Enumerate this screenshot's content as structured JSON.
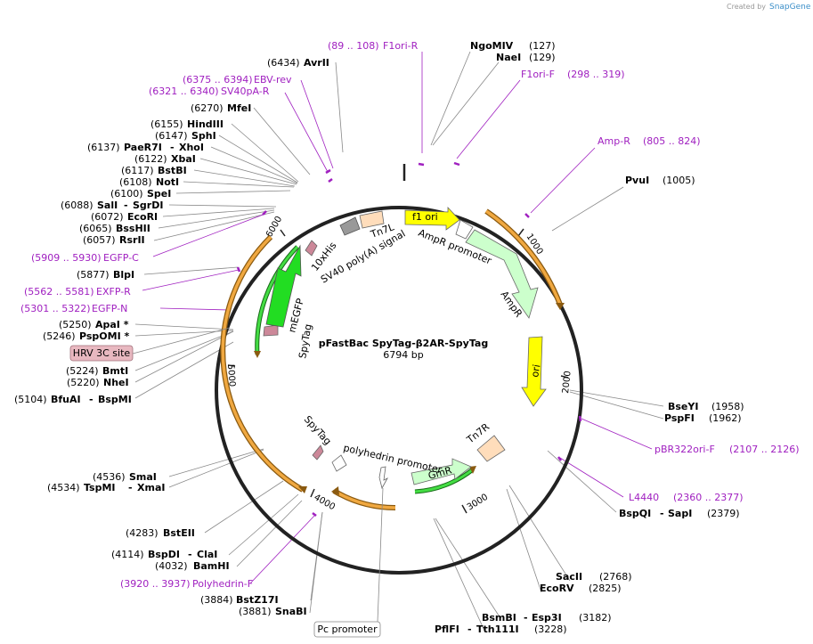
{
  "credit": {
    "text": "Created by",
    "brand": "SnapGene"
  },
  "plasmid": {
    "name": "pFastBac SpyTag-β2AR-SpyTag",
    "length": "6794 bp"
  },
  "sites": [
    {
      "name": "NgoMIV",
      "pos": "(127)"
    },
    {
      "name": "NaeI",
      "pos": "(129)"
    },
    {
      "name": "PvuI",
      "pos": "(1005)"
    },
    {
      "name": "BseYI",
      "pos": "(1958)"
    },
    {
      "name": "PspFI",
      "pos": "(1962)"
    },
    {
      "name": "BspQI",
      "name2": "SapI",
      "pos": "(2379)"
    },
    {
      "name": "SacII",
      "pos": "(2768)"
    },
    {
      "name": "EcoRV",
      "pos": "(2825)"
    },
    {
      "name": "BsmBI",
      "name2": "Esp3I",
      "pos": "(3182)"
    },
    {
      "name": "PflFI",
      "name2": "Tth111I",
      "pos": "(3228)"
    },
    {
      "name": "BstZ17I",
      "pos": "(3884)"
    },
    {
      "name": "SnaBI",
      "pos": "(3881)"
    },
    {
      "name": "BamHI",
      "pos": "(4032)"
    },
    {
      "name": "BspDI",
      "name2": "ClaI",
      "pos": "(4114)"
    },
    {
      "name": "BstEII",
      "pos": "(4283)"
    },
    {
      "name": "TspMI",
      "name2": "XmaI",
      "pos": "(4534)"
    },
    {
      "name": "SmaI",
      "pos": "(4536)"
    },
    {
      "name": "BfuAI",
      "name2": "BspMI",
      "pos": "(5104)"
    },
    {
      "name": "NheI",
      "pos": "(5220)"
    },
    {
      "name": "BmtI",
      "pos": "(5224)"
    },
    {
      "name": "PspOMI *",
      "pos": "(5246)"
    },
    {
      "name": "ApaI *",
      "pos": "(5250)"
    },
    {
      "name": "BlpI",
      "pos": "(5877)"
    },
    {
      "name": "RsrII",
      "pos": "(6057)"
    },
    {
      "name": "BssHII",
      "pos": "(6065)"
    },
    {
      "name": "EcoRI",
      "pos": "(6072)"
    },
    {
      "name": "SalI",
      "name2": "SgrDI",
      "pos": "(6088)"
    },
    {
      "name": "SpeI",
      "pos": "(6100)"
    },
    {
      "name": "NotI",
      "pos": "(6108)"
    },
    {
      "name": "BstBI",
      "pos": "(6117)"
    },
    {
      "name": "XbaI",
      "pos": "(6122)"
    },
    {
      "name": "PaeR7I",
      "name2": "XhoI",
      "pos": "(6137)"
    },
    {
      "name": "SphI",
      "pos": "(6147)"
    },
    {
      "name": "HindIII",
      "pos": "(6155)"
    },
    {
      "name": "MfeI",
      "pos": "(6270)"
    },
    {
      "name": "AvrII",
      "pos": "(6434)"
    }
  ],
  "primers": [
    {
      "name": "F1ori-R",
      "range": "(89 .. 108)"
    },
    {
      "name": "F1ori-F",
      "range": "(298 .. 319)"
    },
    {
      "name": "Amp-R",
      "range": "(805 .. 824)"
    },
    {
      "name": "pBR322ori-F",
      "range": "(2107 .. 2126)"
    },
    {
      "name": "L4440",
      "range": "(2360 .. 2377)"
    },
    {
      "name": "Polyhedrin-F",
      "range": "(3920 .. 3937)"
    },
    {
      "name": "EGFP-N",
      "range": "(5301 .. 5322)"
    },
    {
      "name": "EXFP-R",
      "range": "(5562 .. 5581)"
    },
    {
      "name": "EGFP-C",
      "range": "(5909 .. 5930)"
    },
    {
      "name": "SV40pA-R",
      "range": "(6321 .. 6340)"
    },
    {
      "name": "EBV-rev",
      "range": "(6375 .. 6394)"
    }
  ],
  "boxes": {
    "hrv": "HRV 3C site",
    "pc": "Pc promoter"
  },
  "ticks": [
    "1000",
    "2000",
    "3000",
    "4000",
    "5000",
    "6000"
  ],
  "features": {
    "f1ori": "f1 ori",
    "ampr_promoter": "AmpR promoter",
    "ampr": "AmpR",
    "ori": "ori",
    "tn7r": "Tn7R",
    "gmr": "GmR",
    "polyhedrin_promoter": "polyhedrin promoter",
    "spytag1": "SpyTag",
    "spytag2": "SpyTag",
    "megfp": "mEGFP",
    "his": "10xHis",
    "sv40": "SV40 poly(A) signal",
    "tn7l": "Tn7L"
  },
  "colors": {
    "backbone": "#222222",
    "orf_orange": "#f0a840",
    "yellow": "#ffff00",
    "light_green": "#ccffcc",
    "green": "#22dd22",
    "pink": "#cc8899",
    "peach": "#ffddbb",
    "primer": "#a020c0"
  }
}
